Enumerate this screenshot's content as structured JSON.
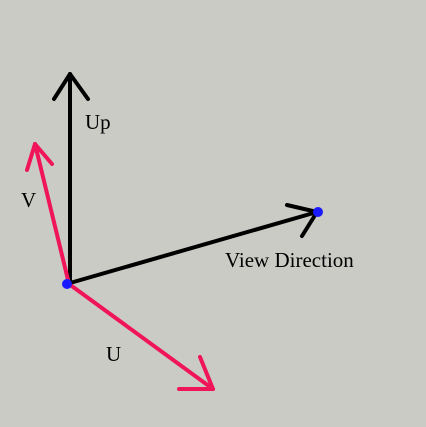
{
  "labels": {
    "up": "Up",
    "v": "V",
    "u": "U",
    "view_direction": "View Direction"
  },
  "colors": {
    "background": "#cbcbc6",
    "camera_axes": "#000000",
    "uv_axes": "#f0145a",
    "points": "#1a1aff"
  }
}
